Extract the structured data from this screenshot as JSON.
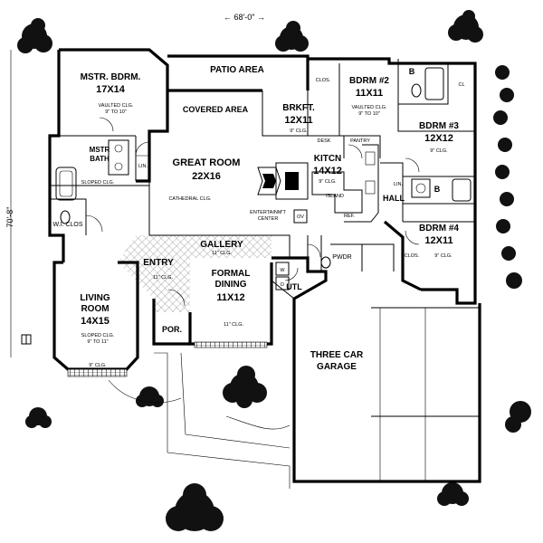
{
  "dimensions": {
    "overall_width": "← 68'-0\" →",
    "overall_depth": "70'-8\""
  },
  "rooms": {
    "mstr_bdrm": {
      "name": "MSTR. BDRM.",
      "size": "17X14",
      "note1": "VAULTED CLG.",
      "note2": "9\" TO 10\""
    },
    "patio": {
      "name": "PATIO AREA"
    },
    "covered": {
      "name": "COVERED AREA"
    },
    "brkft": {
      "name": "BRKFT.",
      "size": "12X11",
      "note": "9\" CLG."
    },
    "bdrm2": {
      "name": "BDRM #2",
      "size": "11X11",
      "note1": "VAULTED CLG.",
      "note2": "9\" TO 10\"",
      "clos": "CLOS."
    },
    "bdrm3": {
      "name": "BDRM #3",
      "size": "12X12",
      "note": "9\" CLG."
    },
    "bdrm4": {
      "name": "BDRM #4",
      "size": "12X11",
      "note": "9\" CLG.",
      "clos": "CLOS."
    },
    "mstr_bath": {
      "name1": "MSTR",
      "name2": "BATH",
      "note": "SLOPED CLG.",
      "lin": "LIN."
    },
    "great_room": {
      "name": "GREAT ROOM",
      "size": "22X16",
      "note": "CATHEDRAL CLG."
    },
    "kitchen": {
      "name": "KITCN",
      "size": "14X12",
      "note": "9\" CLG.",
      "island": "ISLAND",
      "ref": "REF.",
      "pantry": "PANTRY",
      "desk": "DESK"
    },
    "entertainment": {
      "line1": "ENTERTAINM'T",
      "line2": "CENTER",
      "ov": "OV"
    },
    "wi_clos": {
      "name": "W.I. CLOS"
    },
    "hall": {
      "name": "HALL",
      "lin": "LIN."
    },
    "gallery": {
      "name": "GALLERY",
      "note": "11\" CLG."
    },
    "entry": {
      "name": "ENTRY",
      "note": "11\" CLG."
    },
    "living_room": {
      "name1": "LIVING",
      "name2": "ROOM",
      "size": "14X15",
      "note1": "SLOPED CLG.",
      "note2": "9\" TO 11\"",
      "note3": "9\" CLG."
    },
    "formal_dining": {
      "name1": "FORMAL",
      "name2": "DINING",
      "size": "11X12",
      "note": "11\" CLG."
    },
    "porch": {
      "name": "POR."
    },
    "utility": {
      "name": "UTL",
      "pwdr": "PWDR",
      "w": "W",
      "d": "D"
    },
    "garage": {
      "name1": "THREE CAR",
      "name2": "GARAGE"
    },
    "misc": {
      "b1": "B",
      "b2": "B",
      "cl": "CL",
      "clos_b2": "CLOS."
    }
  },
  "colors": {
    "ink": "#000000",
    "paper": "#ffffff",
    "tile": "#8a8a8a"
  }
}
